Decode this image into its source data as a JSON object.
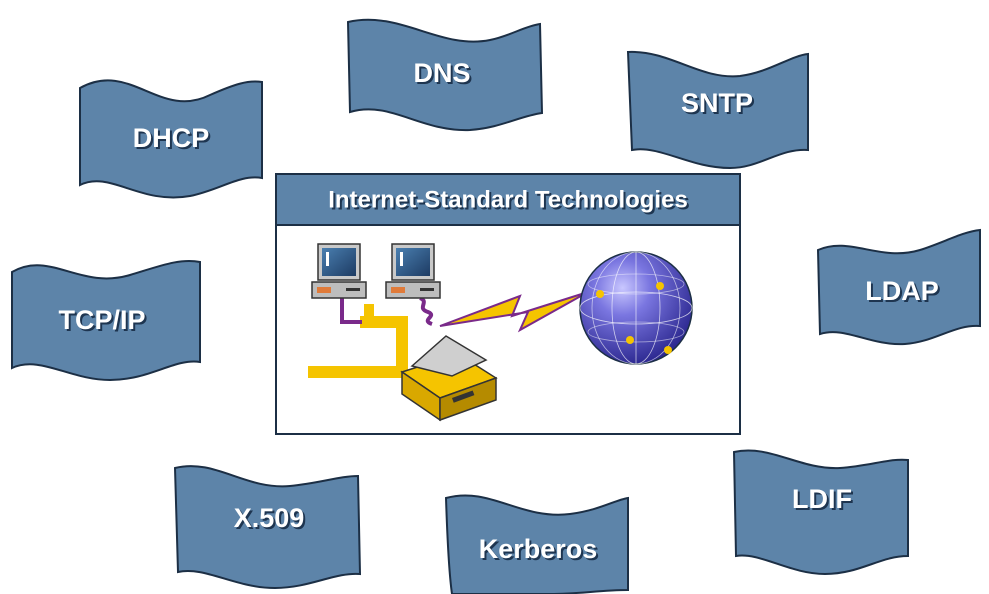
{
  "center_panel": {
    "title": "Internet-Standard Technologies"
  },
  "flags": [
    {
      "id": "dhcp",
      "label": "DHCP"
    },
    {
      "id": "dns",
      "label": "DNS"
    },
    {
      "id": "sntp",
      "label": "SNTP"
    },
    {
      "id": "tcpip",
      "label": "TCP/IP"
    },
    {
      "id": "ldap",
      "label": "LDAP"
    },
    {
      "id": "x509",
      "label": "X.509"
    },
    {
      "id": "kerberos",
      "label": "Kerberos"
    },
    {
      "id": "ldif",
      "label": "LDIF"
    }
  ],
  "colors": {
    "flag_fill": "#5d84a9",
    "flag_stroke": "#1c2f45",
    "title_bar": "#5d84a9",
    "network_line": "#f5c400",
    "globe": "#5b57c9",
    "lightning": "#f5c400"
  },
  "icons": [
    "computer-icon",
    "computer-icon",
    "globe-icon",
    "printer-icon",
    "lightning-icon"
  ]
}
